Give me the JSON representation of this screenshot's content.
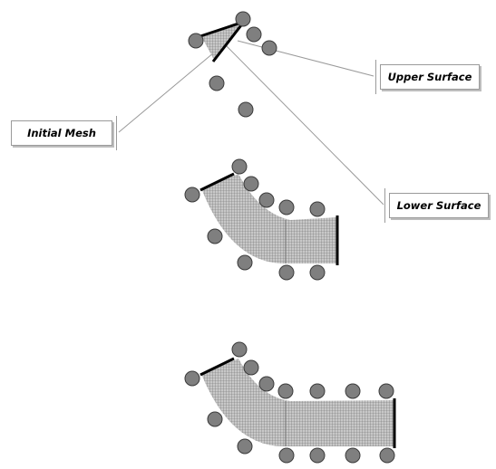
{
  "labels": {
    "upper_surface": "Upper Surface",
    "initial_mesh": "Initial Mesh",
    "lower_surface": "Lower Surface"
  },
  "stages": [
    "initial-mesh",
    "partially-grown-mesh",
    "fully-grown-mesh"
  ],
  "colors": {
    "node_fill": "#7f7f7f",
    "node_stroke": "#3a3a3a",
    "mesh_fill": "#c8c8c8",
    "mesh_grid": "#6e6e6e",
    "edge_line": "#000000",
    "leader_line": "#9a9a9a"
  }
}
